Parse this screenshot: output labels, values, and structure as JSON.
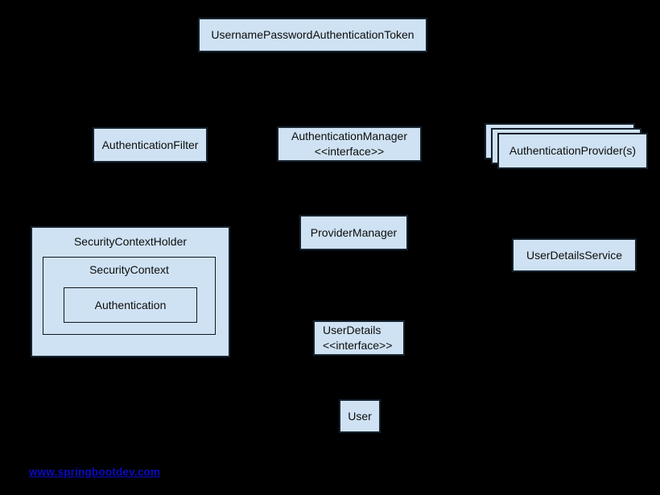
{
  "diagram": {
    "kind": "spring-security-architecture",
    "nodes": {
      "token": {
        "label": "UsernamePasswordAuthenticationToken"
      },
      "auth_filter": {
        "label": "AuthenticationFilter"
      },
      "auth_manager": {
        "label": "AuthenticationManager",
        "stereotype": "<<interface>>"
      },
      "auth_providers": {
        "label": "AuthenticationProvider(s)"
      },
      "provider_manager": {
        "label": "ProviderManager"
      },
      "security_context_holder": {
        "label": "SecurityContextHolder"
      },
      "security_context": {
        "label": "SecurityContext"
      },
      "authentication": {
        "label": "Authentication"
      },
      "user_details_service": {
        "label": "UserDetailsService"
      },
      "user_details": {
        "label": "UserDetails",
        "stereotype": "<<interface>>"
      },
      "user": {
        "label": "User"
      }
    },
    "colors": {
      "background": "#000000",
      "box_fill": "#cfe2f3",
      "box_border": "#16222e",
      "text": "#0d0d0d",
      "link": "#0b0bc4"
    }
  },
  "footer": {
    "link_text": "www.springbootdev.com"
  }
}
